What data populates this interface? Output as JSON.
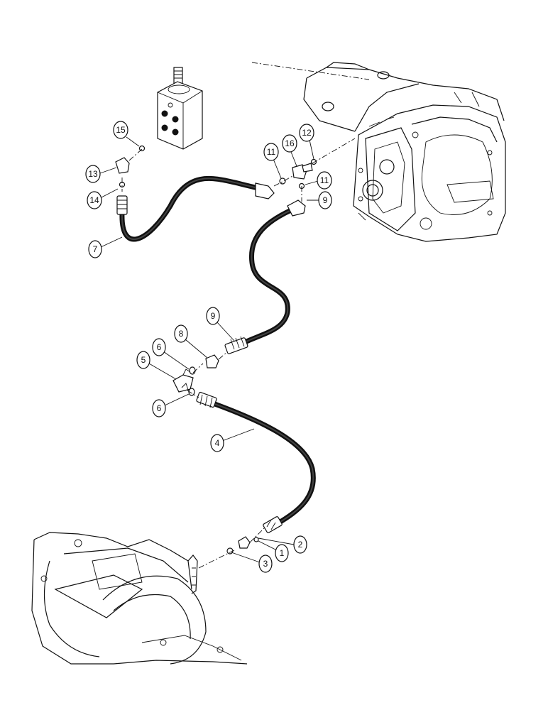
{
  "diagram": {
    "callouts": [
      {
        "id": "c1",
        "label": "1"
      },
      {
        "id": "c2",
        "label": "2"
      },
      {
        "id": "c3",
        "label": "3"
      },
      {
        "id": "c4",
        "label": "4"
      },
      {
        "id": "c5",
        "label": "5"
      },
      {
        "id": "c6a",
        "label": "6"
      },
      {
        "id": "c6b",
        "label": "6"
      },
      {
        "id": "c7",
        "label": "7"
      },
      {
        "id": "c8",
        "label": "8"
      },
      {
        "id": "c9a",
        "label": "9"
      },
      {
        "id": "c9b",
        "label": "9"
      },
      {
        "id": "c11a",
        "label": "11"
      },
      {
        "id": "c11b",
        "label": "11"
      },
      {
        "id": "c12",
        "label": "12"
      },
      {
        "id": "c13",
        "label": "13"
      },
      {
        "id": "c14",
        "label": "14"
      },
      {
        "id": "c15",
        "label": "15"
      },
      {
        "id": "c16",
        "label": "16"
      }
    ]
  },
  "colors": {
    "ink": "#111111",
    "background": "#ffffff"
  }
}
